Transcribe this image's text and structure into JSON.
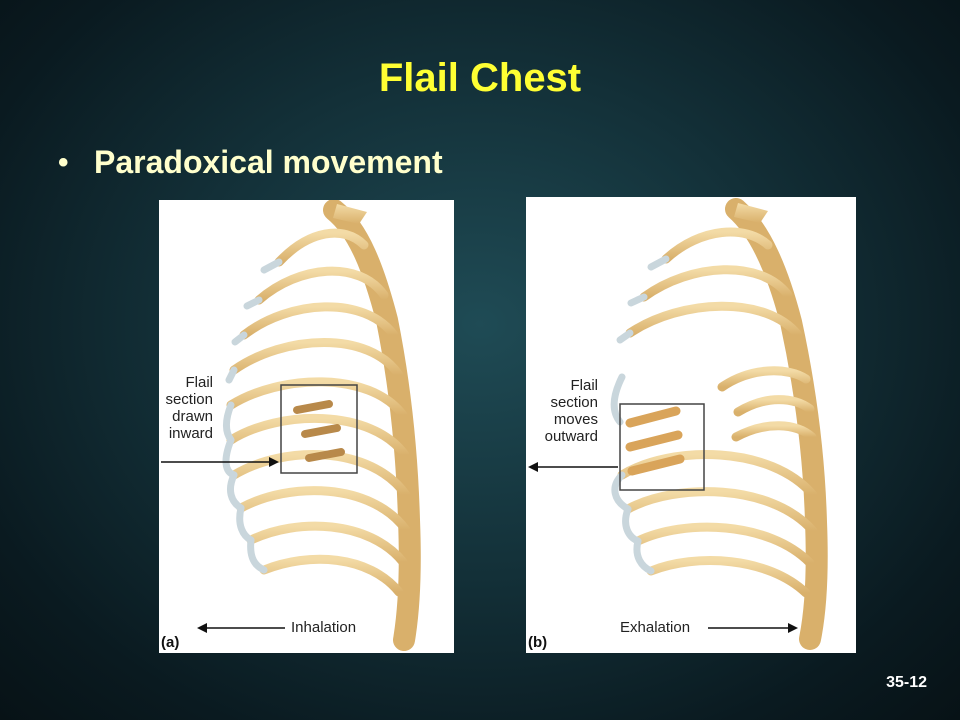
{
  "slide": {
    "title": "Flail Chest",
    "bullet": "Paradoxical movement",
    "slide_number": "35-12"
  },
  "figure_a": {
    "panel_label": "(a)",
    "annotation_lines": [
      "Flail",
      "section",
      "drawn",
      "inward"
    ],
    "phase_label": "Inhalation"
  },
  "figure_b": {
    "panel_label": "(b)",
    "annotation_lines": [
      "Flail",
      "section",
      "moves",
      "outward"
    ],
    "phase_label": "Exhalation"
  },
  "colors": {
    "title": "#ffff33",
    "bullet_text": "#ffffcc",
    "bone": "#e9c98a",
    "cartilage": "#c9d6dc",
    "background": "#133038"
  }
}
